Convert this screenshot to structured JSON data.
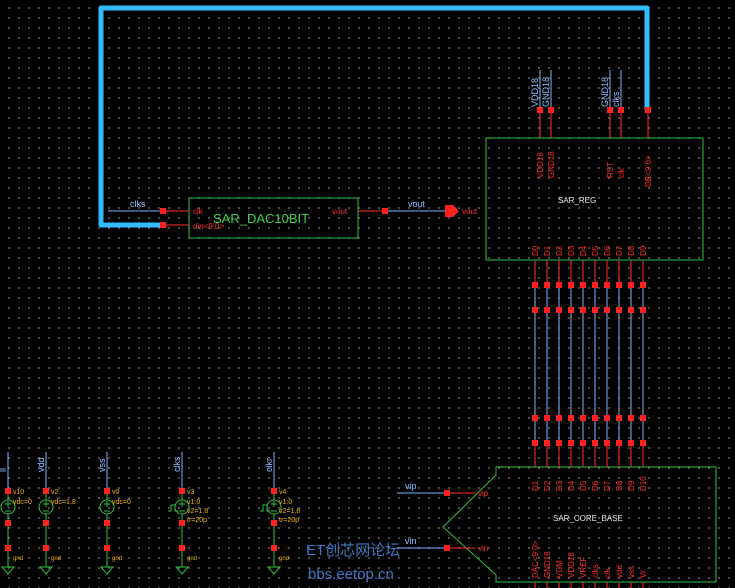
{
  "colors": {
    "background": "#000000",
    "wire": "#7fb3ff",
    "bus_wire": "#33bbff",
    "instance_border": "#2fbf3a",
    "pin": "#ff2020",
    "param_text": "#f4b400",
    "source": "#2fbf3a"
  },
  "dac": {
    "name": "SAR_DAC10BIT",
    "pin_clk": "clk",
    "pin_din": "din<9:0>",
    "pin_vout": "vout",
    "net_clk": "clks",
    "net_vout": "vout",
    "port_vout": "vout"
  },
  "sar_reg": {
    "name": "SAR_REG",
    "top_nets": [
      "VDD18",
      "GND18",
      "GND18",
      "clks"
    ],
    "top_pins": [
      "VDD18",
      "GND18",
      "RST",
      "clk",
      "DB<9:0>"
    ],
    "bottom_pins": [
      "D0",
      "D1",
      "D2",
      "D3",
      "D4",
      "D5",
      "D6",
      "D7",
      "D8",
      "D9"
    ]
  },
  "sar_core": {
    "name": "SAR_CORE_BASE",
    "top_pins": [
      "D1",
      "D2",
      "D3",
      "D4",
      "D5",
      "D6",
      "D7",
      "D8",
      "D9",
      "D10"
    ],
    "bottom_pins": [
      "DAC<9:0>",
      "GND18",
      "VCM",
      "VDD18",
      "VREF",
      "clks",
      "clk",
      "vdd",
      "vss",
      "Vr"
    ],
    "pin_vip": "vip",
    "pin_vin": "vin",
    "net_vip": "vip",
    "net_vin": "vin"
  },
  "sources": [
    {
      "label": "ll",
      "inst": "v10",
      "params": [
        "vdc=0"
      ],
      "gnd": "gnd",
      "pulse": false
    },
    {
      "label": "vdd",
      "inst": "v2",
      "params": [
        "vdc=1.8"
      ],
      "gnd": "gnd",
      "pulse": false
    },
    {
      "label": "vss",
      "inst": "v0",
      "params": [
        "vdc=0"
      ],
      "gnd": "gnd",
      "pulse": false
    },
    {
      "label": "clks",
      "inst": "v3",
      "params": [
        "v1:0",
        "v2=1.8",
        "tr=20p"
      ],
      "gnd": "gnd",
      "pulse": true
    },
    {
      "label": "clkr",
      "inst": "v4",
      "params": [
        "v1:0",
        "v2=1.8",
        "tr=20p"
      ],
      "gnd": "gnd",
      "pulse": true
    }
  ],
  "watermark": {
    "line1": "ET创芯网论坛",
    "line2": "bbs.eetop.cn"
  }
}
